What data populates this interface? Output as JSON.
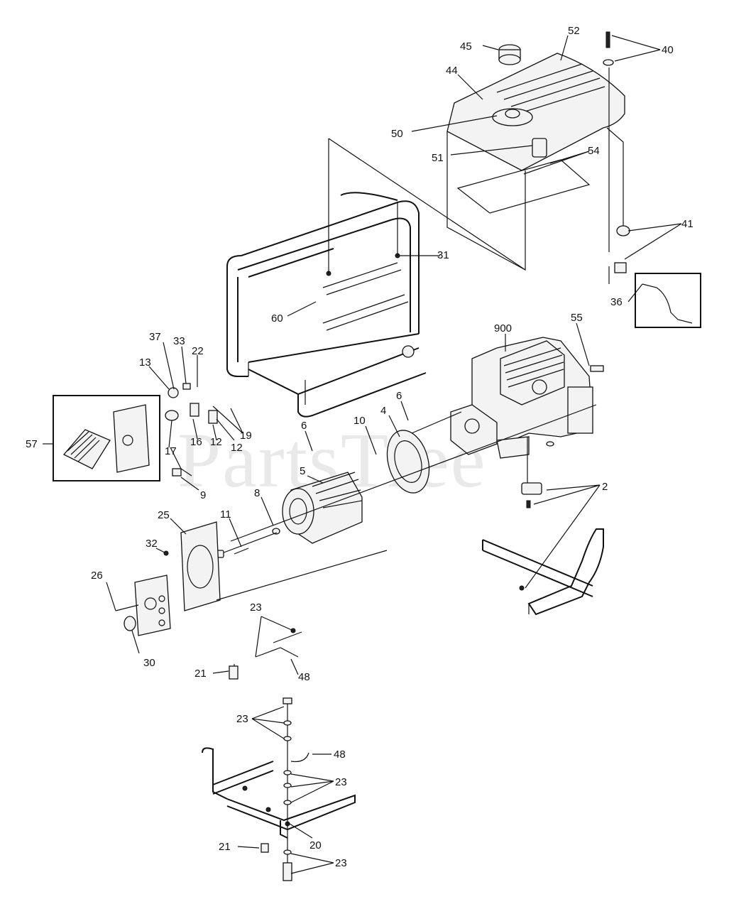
{
  "watermark": "PartsTree",
  "callouts": [
    {
      "id": "c40",
      "text": "40"
    },
    {
      "id": "c45",
      "text": "45"
    },
    {
      "id": "c52",
      "text": "52"
    },
    {
      "id": "c44",
      "text": "44"
    },
    {
      "id": "c50",
      "text": "50"
    },
    {
      "id": "c51",
      "text": "51"
    },
    {
      "id": "c54",
      "text": "54"
    },
    {
      "id": "c41",
      "text": "41"
    },
    {
      "id": "c31",
      "text": "31"
    },
    {
      "id": "c60",
      "text": "60"
    },
    {
      "id": "c36",
      "text": "36"
    },
    {
      "id": "c900",
      "text": "900"
    },
    {
      "id": "c55",
      "text": "55"
    },
    {
      "id": "c37",
      "text": "37"
    },
    {
      "id": "c33",
      "text": "33"
    },
    {
      "id": "c22",
      "text": "22"
    },
    {
      "id": "c13",
      "text": "13"
    },
    {
      "id": "c57",
      "text": "57"
    },
    {
      "id": "c16",
      "text": "16"
    },
    {
      "id": "c17",
      "text": "17"
    },
    {
      "id": "c12a",
      "text": "12"
    },
    {
      "id": "c12b",
      "text": "12"
    },
    {
      "id": "c19",
      "text": "19"
    },
    {
      "id": "c9",
      "text": "9"
    },
    {
      "id": "c10",
      "text": "10"
    },
    {
      "id": "c4",
      "text": "4"
    },
    {
      "id": "c6a",
      "text": "6"
    },
    {
      "id": "c6b",
      "text": "6"
    },
    {
      "id": "c5",
      "text": "5"
    },
    {
      "id": "c2",
      "text": "2"
    },
    {
      "id": "c8",
      "text": "8"
    },
    {
      "id": "c11",
      "text": "11"
    },
    {
      "id": "c25",
      "text": "25"
    },
    {
      "id": "c32",
      "text": "32"
    },
    {
      "id": "c26",
      "text": "26"
    },
    {
      "id": "c30",
      "text": "30"
    },
    {
      "id": "c23a",
      "text": "23"
    },
    {
      "id": "c21a",
      "text": "21"
    },
    {
      "id": "c48a",
      "text": "48"
    },
    {
      "id": "c23b",
      "text": "23"
    },
    {
      "id": "c48b",
      "text": "48"
    },
    {
      "id": "c23c",
      "text": "23"
    },
    {
      "id": "c20",
      "text": "20"
    },
    {
      "id": "c21b",
      "text": "21"
    },
    {
      "id": "c23d",
      "text": "23"
    }
  ]
}
